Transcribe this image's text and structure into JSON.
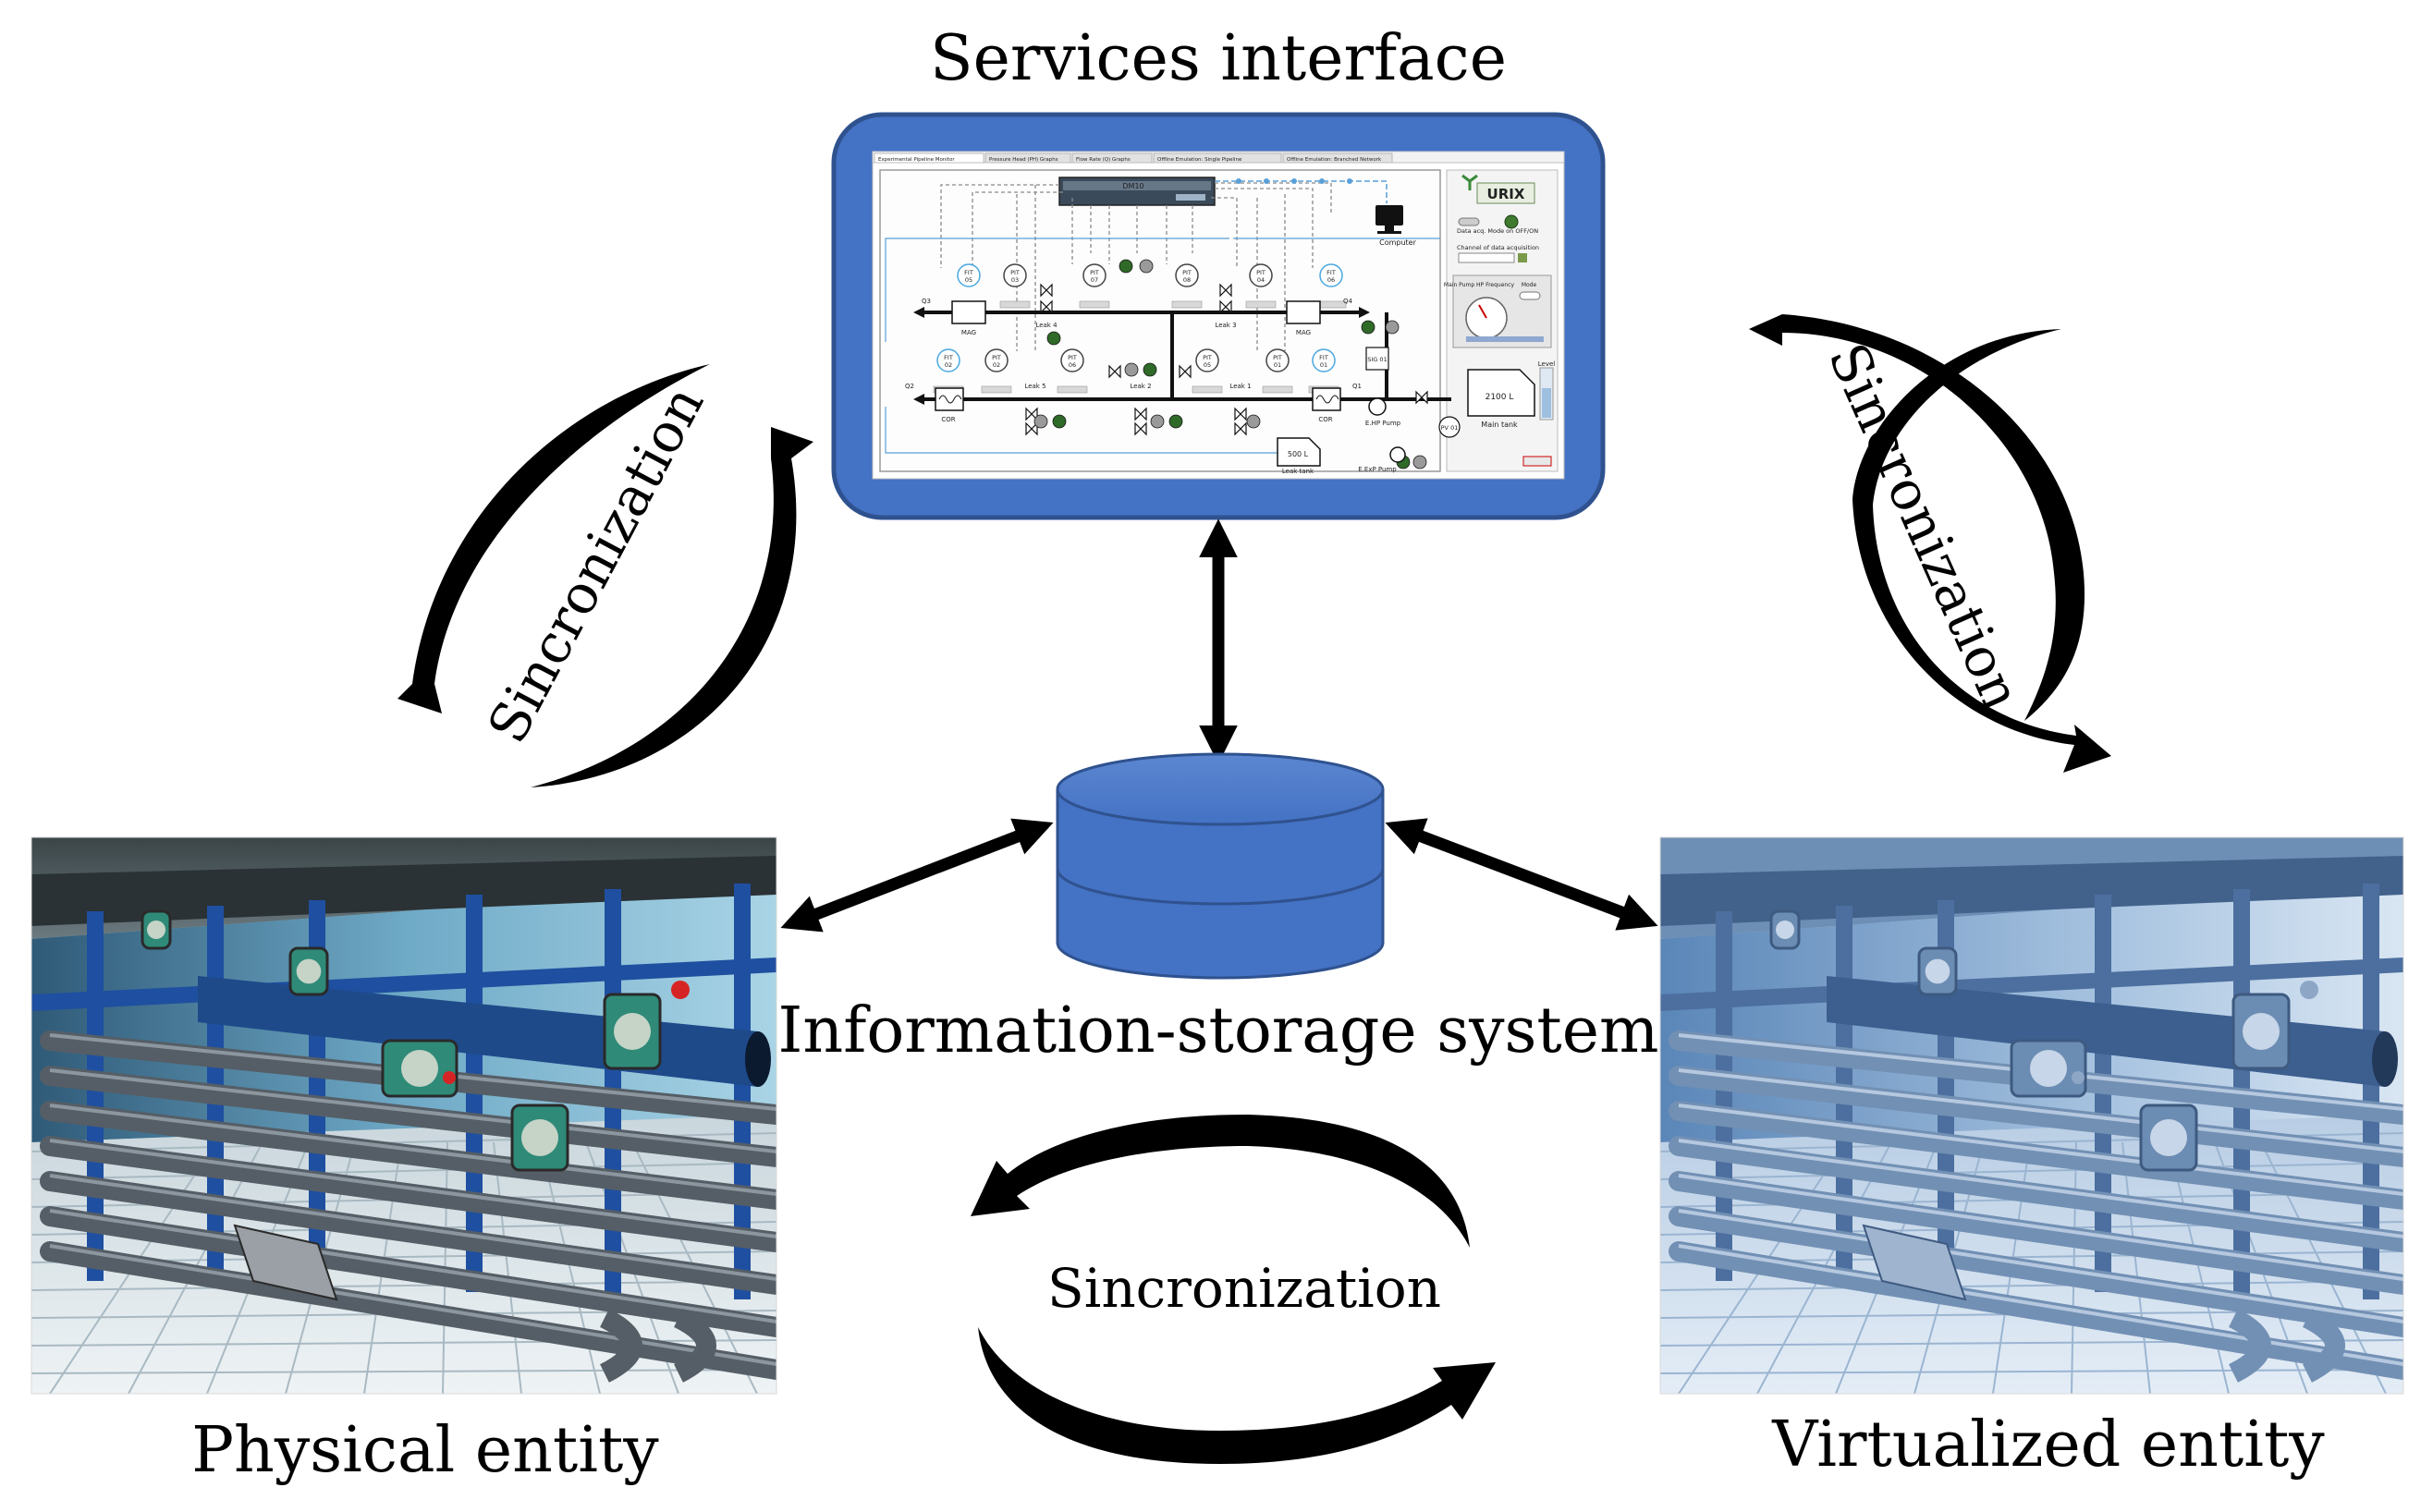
{
  "labels": {
    "services_interface": "Services interface",
    "storage": "Information-storage system",
    "physical": "Physical entity",
    "virtualized": "Virtualized entity",
    "sync_left": "Sincronization",
    "sync_right": "Sincronization",
    "sync_bottom": "Sincronization"
  },
  "hmi": {
    "tabs": [
      "Experimental Pipeline Monitor",
      "Pressure Head (PH) Graphs",
      "Flow Rate (Q) Graphs",
      "Offline Emulation: Single Pipeline",
      "Offline Emulation: Branched Network"
    ],
    "device": "DM10",
    "computer": "Computer",
    "logo": "URIX",
    "instruments_top": [
      "FIT 05",
      "PIT 03",
      "PIT 07",
      "PIT 08",
      "PIT 04",
      "FIT 06"
    ],
    "instruments_bottom": [
      "FIT 02",
      "PIT 02",
      "PIT 06",
      "PIT 05",
      "PIT 01",
      "FIT 01"
    ],
    "leaks_top": [
      "Leak 4",
      "Leak 3"
    ],
    "leaks_bottom": [
      "Leak 5",
      "Leak 2",
      "Leak 1"
    ],
    "mag_labels": [
      "MAG",
      "MAG",
      "COR",
      "COR"
    ],
    "flows": [
      "Q3",
      "Q4",
      "Q2",
      "Q1"
    ],
    "sig": "SIG 01",
    "pump_main": "E.HP Pump",
    "pump_leak": "E.ExP Pump",
    "tank_main": "2100 L",
    "tank_main_label": "Main tank",
    "tank_leak": "500 L",
    "tank_leak_label": "Leak tank",
    "pv": "PV 01",
    "level": "Level",
    "panel_row1": "Data acq. Mode on OFF/ON",
    "panel_row2": "Channel of data acquisition",
    "gauge_title": "Main Pump HP Frequency",
    "gauge_mode": "Mode"
  },
  "colors": {
    "hmi_frame": "#4472c4",
    "hmi_border": "#2f528f",
    "cylinder": "#4472c4",
    "arrow": "#000000"
  }
}
